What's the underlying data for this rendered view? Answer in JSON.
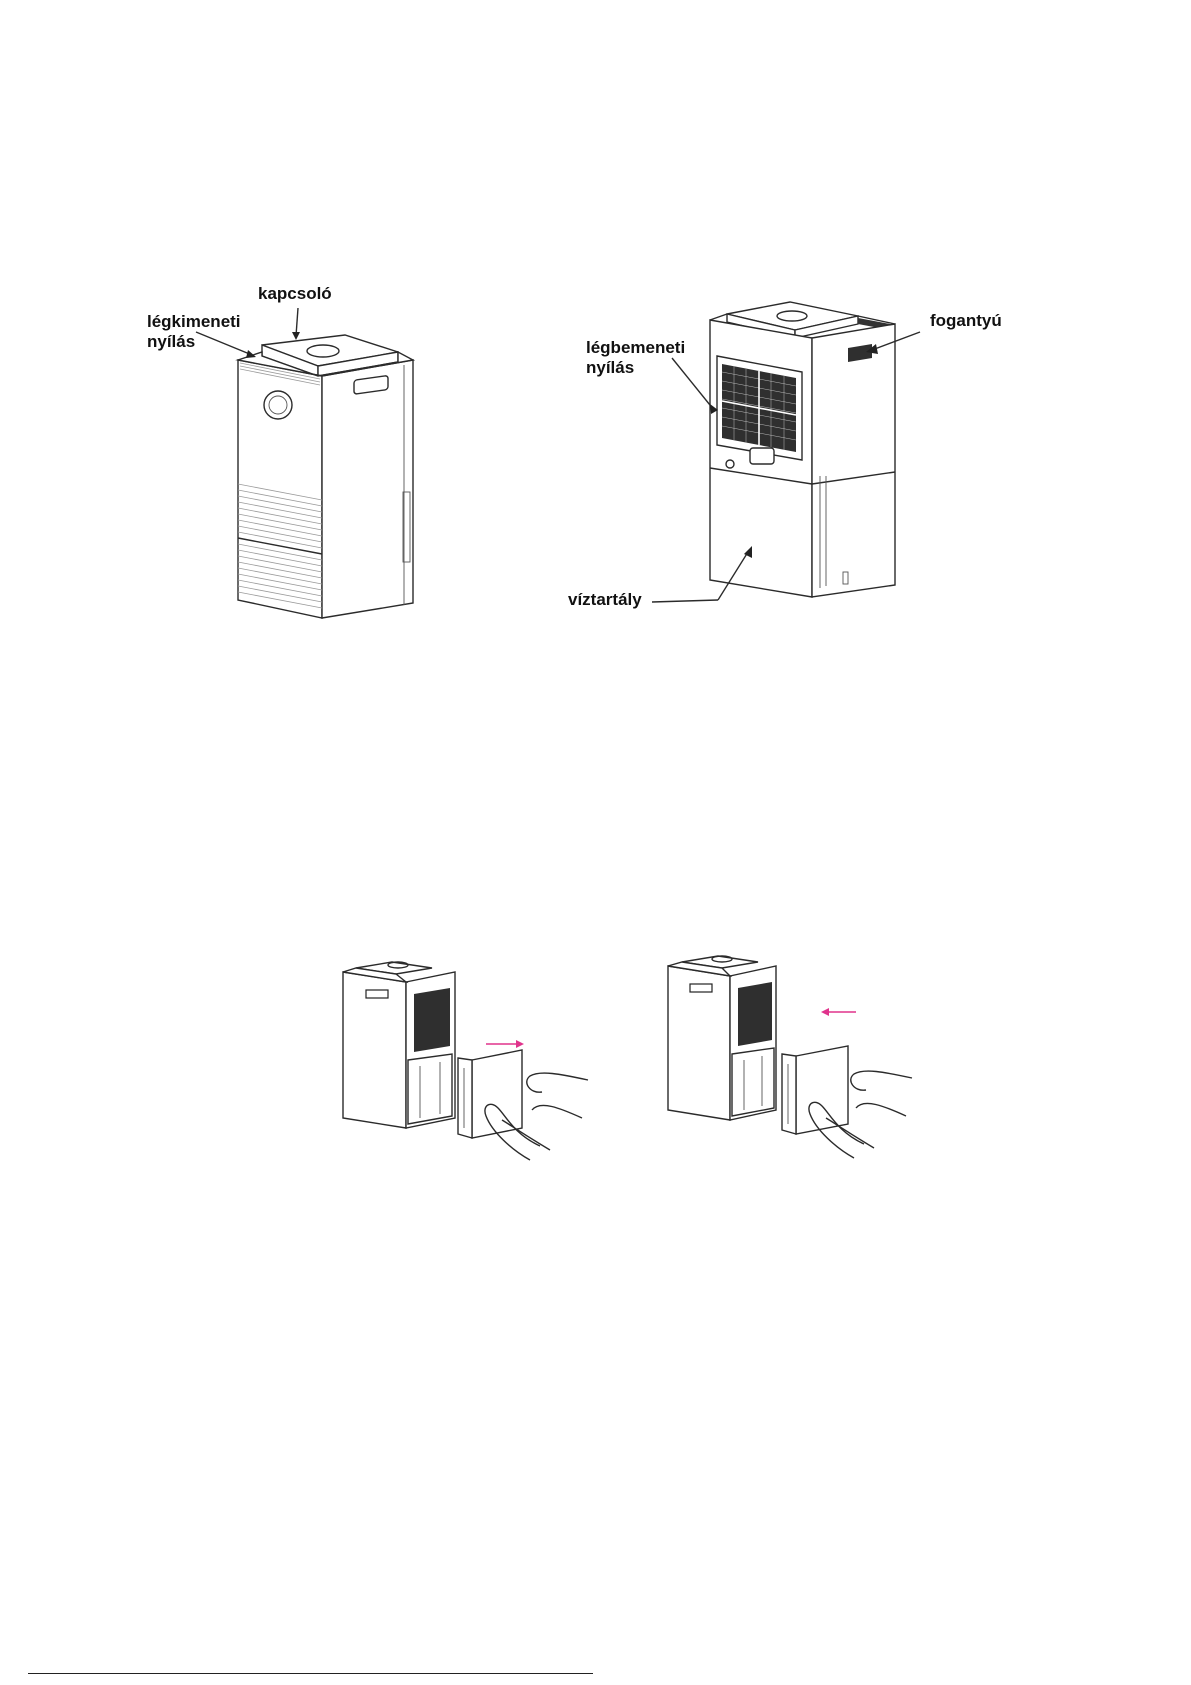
{
  "figure1": {
    "labels": {
      "switch": "kapcsoló",
      "air_outlet_line1": "légkimeneti",
      "air_outlet_line2": "nyílás",
      "air_inlet_line1": "légbemeneti",
      "air_inlet_line2": "nyílás",
      "handle": "fogantyú",
      "water_tank": "víztartály"
    }
  },
  "figure2": {
    "arrow_color": "#e0338c",
    "left_panel_direction": "right",
    "right_panel_direction": "left"
  }
}
